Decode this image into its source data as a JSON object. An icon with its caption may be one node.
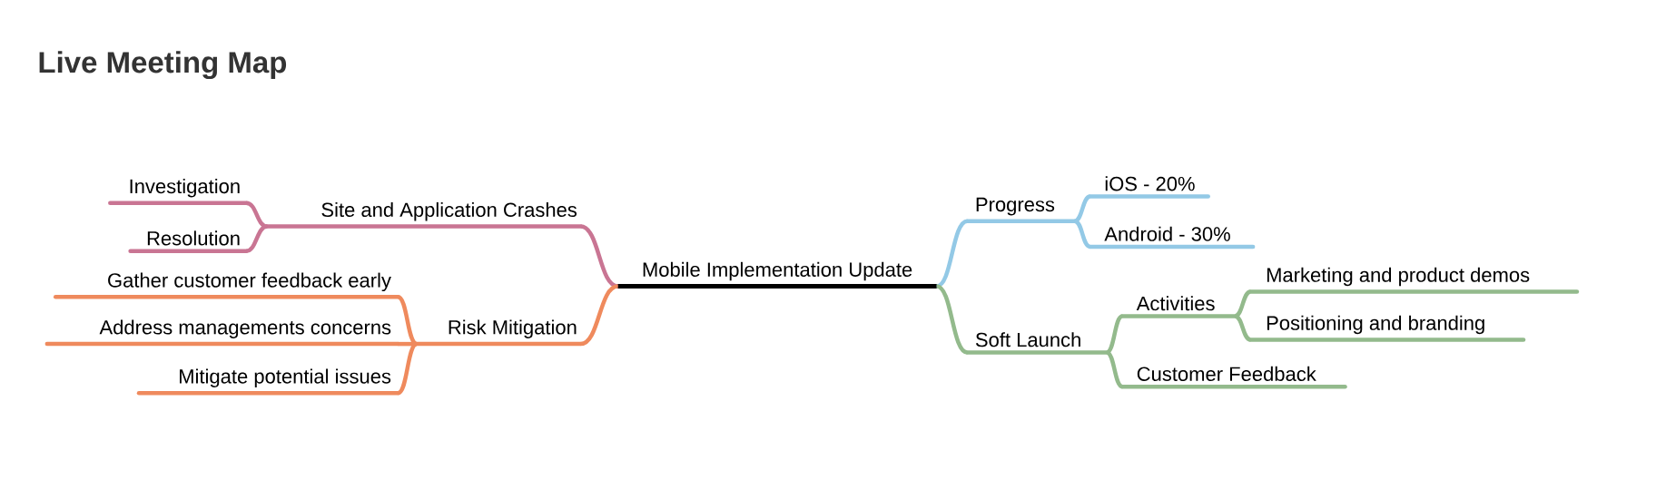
{
  "diagram": {
    "title": "Live Meeting Map",
    "nodes": [
      {
        "text": [
          "Mobile Implementation Update"
        ]
      },
      {
        "text": [
          "Site and Application Crashes"
        ]
      },
      {
        "text": [
          "Investigation"
        ]
      },
      {
        "text": [
          "Resolution"
        ]
      },
      {
        "text": [
          "Risk Mitigation"
        ]
      },
      {
        "text": [
          "Gather customer feedback early"
        ]
      },
      {
        "text": [
          "Address managements concerns"
        ]
      },
      {
        "text": [
          "Mitigate potential issues"
        ]
      },
      {
        "text": [
          "Progress"
        ]
      },
      {
        "text": [
          "iOS - 20%"
        ]
      },
      {
        "text": [
          "Android - 30%"
        ]
      },
      {
        "text": [
          "Soft Launch"
        ]
      },
      {
        "text": [
          "Activities"
        ]
      },
      {
        "text": [
          "Marketing and product demos"
        ]
      },
      {
        "text": [
          "Positioning and branding"
        ]
      },
      {
        "text": [
          "Customer Feedback"
        ]
      }
    ],
    "edges": [
      {
        "from": 0,
        "to": 1,
        "arrow": "none",
        "color": "#c97593"
      },
      {
        "from": 1,
        "to": 2,
        "arrow": "none",
        "color": "#c97593"
      },
      {
        "from": 1,
        "to": 3,
        "arrow": "none",
        "color": "#c97593"
      },
      {
        "from": 0,
        "to": 4,
        "arrow": "none",
        "color": "#ef8a5d"
      },
      {
        "from": 4,
        "to": 5,
        "arrow": "none",
        "color": "#ef8a5d"
      },
      {
        "from": 4,
        "to": 6,
        "arrow": "none",
        "color": "#ef8a5d"
      },
      {
        "from": 4,
        "to": 7,
        "arrow": "none",
        "color": "#ef8a5d"
      },
      {
        "from": 0,
        "to": 8,
        "arrow": "none",
        "color": "#93c9e6"
      },
      {
        "from": 8,
        "to": 9,
        "arrow": "none",
        "color": "#93c9e6"
      },
      {
        "from": 8,
        "to": 10,
        "arrow": "none",
        "color": "#93c9e6"
      },
      {
        "from": 0,
        "to": 11,
        "arrow": "none",
        "color": "#93ba8c"
      },
      {
        "from": 11,
        "to": 12,
        "arrow": "none",
        "color": "#93ba8c"
      },
      {
        "from": 12,
        "to": 13,
        "arrow": "none",
        "color": "#93ba8c"
      },
      {
        "from": 12,
        "to": 14,
        "arrow": "none",
        "color": "#93ba8c"
      },
      {
        "from": 11,
        "to": 15,
        "arrow": "none",
        "color": "#93ba8c"
      }
    ]
  }
}
